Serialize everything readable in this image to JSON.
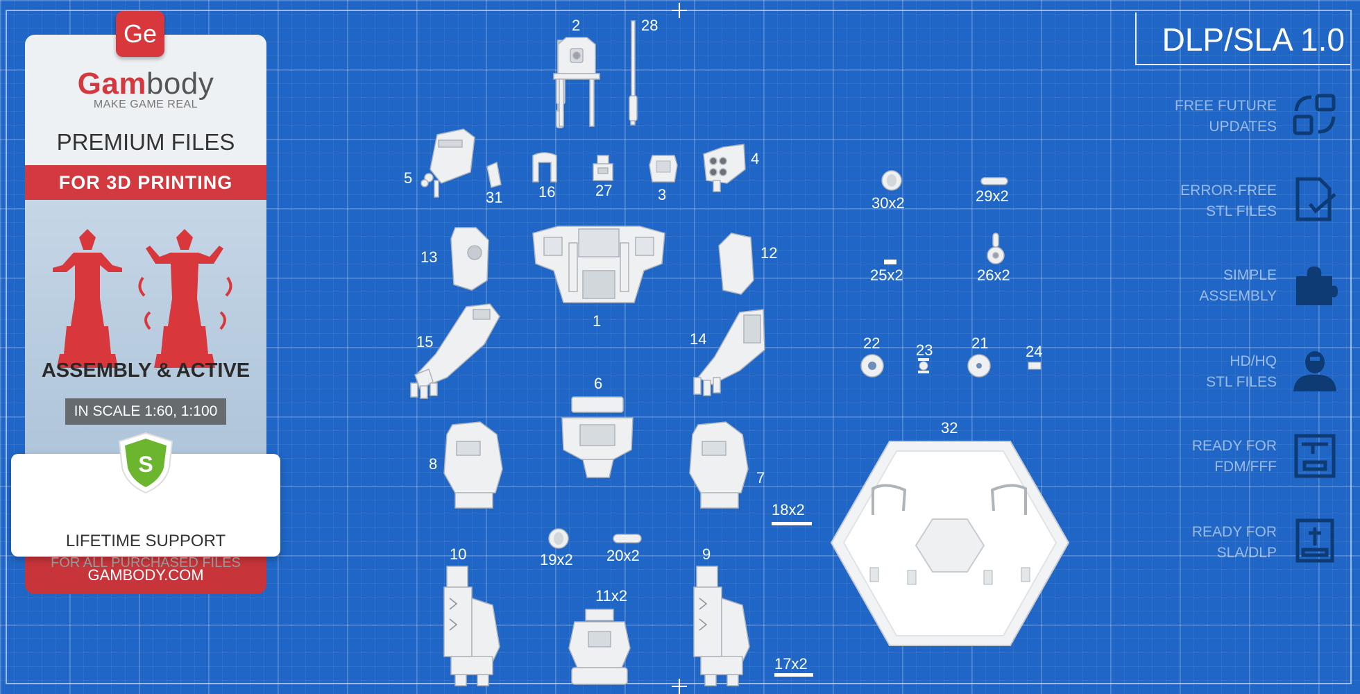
{
  "logo_badge": "Ge",
  "brand": {
    "part1": "Gam",
    "part2": "body",
    "tagline": "MAKE GAME REAL"
  },
  "card": {
    "premium": "PREMIUM FILES",
    "for_printing": "FOR 3D PRINTING",
    "assembly": "ASSEMBLY & ACTIVE",
    "scale": "IN SCALE 1:60, 1:100",
    "shield_letter": "S",
    "lifetime": "LIFETIME SUPPORT",
    "lifetime_sub": "FOR ALL PURCHASED FILES",
    "site": "GAMBODY.COM"
  },
  "version": "DLP/SLA 1.0",
  "features": [
    {
      "line1": "FREE FUTURE",
      "line2": "UPDATES",
      "icon": "update-icon"
    },
    {
      "line1": "ERROR-FREE",
      "line2": "STL FILES",
      "icon": "file-check-icon"
    },
    {
      "line1": "SIMPLE",
      "line2": "ASSEMBLY",
      "icon": "puzzle-icon"
    },
    {
      "line1": "HD/HQ",
      "line2": "STL FILES",
      "icon": "bust-icon"
    },
    {
      "line1": "READY FOR",
      "line2": "FDM/FFF",
      "icon": "fdm-printer-icon"
    },
    {
      "line1": "READY FOR",
      "line2": "SLA/DLP",
      "icon": "sla-printer-icon"
    }
  ],
  "parts": {
    "p1": "1",
    "p2": "2",
    "p3": "3",
    "p4": "4",
    "p5": "5",
    "p6": "6",
    "p7": "7",
    "p8": "8",
    "p9": "9",
    "p10": "10",
    "p11": "11x2",
    "p12": "12",
    "p13": "13",
    "p14": "14",
    "p15": "15",
    "p16": "16",
    "p17": "17x2",
    "p18": "18x2",
    "p19": "19x2",
    "p20": "20x2",
    "p21": "21",
    "p22": "22",
    "p23": "23",
    "p24": "24",
    "p25": "25x2",
    "p26": "26x2",
    "p27": "27",
    "p28": "28",
    "p29": "29x2",
    "p30": "30x2",
    "p31": "31",
    "p32": "32"
  },
  "colors": {
    "background": "#1f66c6",
    "brand_red": "#d23a3f",
    "part_white": "#e9ecef"
  }
}
